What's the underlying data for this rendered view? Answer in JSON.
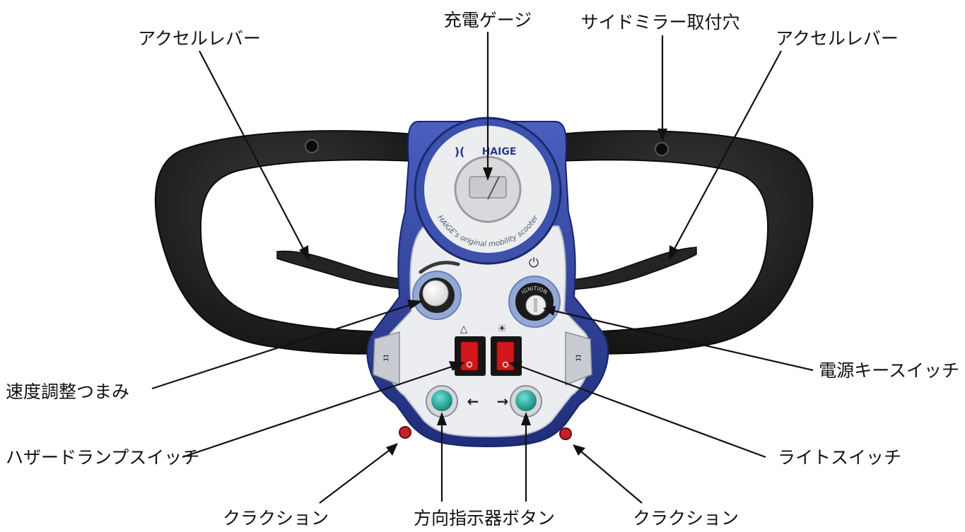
{
  "colors": {
    "grip": "#1e1e1e",
    "housing_blue": "#2c3f99",
    "panel": "#ecedf0",
    "dial": "#ededee",
    "switch_red": "#d2161e",
    "button_teal": "#1fa79b",
    "horn_red": "#c8202a",
    "lever": "#242424"
  },
  "device": {
    "brand": "HAIGE",
    "gauge_caption": "HAIGE's original mobility scooter",
    "key_ring_text": "IGNITION",
    "left_arrow": "←",
    "right_arrow": "→",
    "hazard_symbol": "△",
    "power_symbol": "⏻"
  },
  "labels": {
    "charge_gauge": "充電ゲージ",
    "mirror_hole": "サイドミラー取付穴",
    "accel_lever_left": "アクセルレバー",
    "accel_lever_right": "アクセルレバー",
    "speed_knob": "速度調整つまみ",
    "power_key": "電源キースイッチ",
    "hazard_switch": "ハザードランプスイッチ",
    "light_switch": "ライトスイッチ",
    "horn_left": "クラクション",
    "turn_buttons": "方向指示器ボタン",
    "horn_right": "クラクション"
  }
}
